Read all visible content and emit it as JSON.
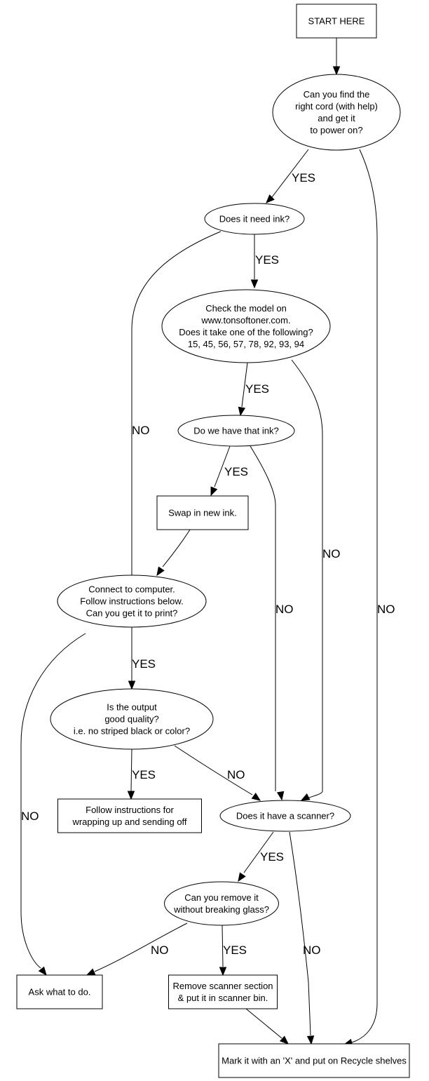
{
  "diagram": {
    "type": "flowchart",
    "nodes": [
      {
        "id": "start",
        "shape": "box",
        "lines": [
          "START HERE"
        ]
      },
      {
        "id": "power",
        "shape": "ellipse",
        "lines": [
          "Can you find the",
          "right cord (with help)",
          "and get it",
          "to power on?"
        ]
      },
      {
        "id": "need_ink",
        "shape": "ellipse",
        "lines": [
          "Does it need ink?"
        ]
      },
      {
        "id": "check_model",
        "shape": "ellipse",
        "lines": [
          "Check the model on",
          "www.tonsoftoner.com.",
          "Does it take one of the following?",
          "15, 45, 56, 57, 78, 92, 93, 94"
        ]
      },
      {
        "id": "have_ink",
        "shape": "ellipse",
        "lines": [
          "Do we have that ink?"
        ]
      },
      {
        "id": "swap_ink",
        "shape": "box",
        "lines": [
          "Swap in new ink."
        ]
      },
      {
        "id": "connect",
        "shape": "ellipse",
        "lines": [
          "Connect to computer.",
          "Follow instructions below.",
          "Can you get it to print?"
        ]
      },
      {
        "id": "quality",
        "shape": "ellipse",
        "lines": [
          "Is the output",
          "good quality?",
          "i.e. no striped black or color?"
        ]
      },
      {
        "id": "wrap_up",
        "shape": "box",
        "lines": [
          "Follow instructions for",
          "wrapping up and sending off"
        ]
      },
      {
        "id": "scanner",
        "shape": "ellipse",
        "lines": [
          "Does it have a scanner?"
        ]
      },
      {
        "id": "remove_glass",
        "shape": "ellipse",
        "lines": [
          "Can you remove it",
          "without breaking glass?"
        ]
      },
      {
        "id": "ask",
        "shape": "box",
        "lines": [
          "Ask what to do."
        ]
      },
      {
        "id": "remove_scanner",
        "shape": "box",
        "lines": [
          "Remove scanner section",
          "& put it in scanner bin."
        ]
      },
      {
        "id": "recycle",
        "shape": "box",
        "lines": [
          "Mark it with an 'X' and put on Recycle shelves"
        ]
      }
    ],
    "edges": [
      {
        "id": "e1",
        "from": "start",
        "to": "power",
        "label": ""
      },
      {
        "id": "e2",
        "from": "power",
        "to": "need_ink",
        "label": "YES"
      },
      {
        "id": "e3",
        "from": "power",
        "to": "recycle",
        "label": "NO"
      },
      {
        "id": "e4",
        "from": "need_ink",
        "to": "check_model",
        "label": "YES"
      },
      {
        "id": "e5",
        "from": "need_ink",
        "to": "connect",
        "label": "NO"
      },
      {
        "id": "e6",
        "from": "check_model",
        "to": "have_ink",
        "label": "YES"
      },
      {
        "id": "e7",
        "from": "check_model",
        "to": "scanner",
        "label": "NO"
      },
      {
        "id": "e8",
        "from": "have_ink",
        "to": "swap_ink",
        "label": "YES"
      },
      {
        "id": "e9",
        "from": "have_ink",
        "to": "scanner",
        "label": "NO"
      },
      {
        "id": "e10",
        "from": "swap_ink",
        "to": "connect",
        "label": ""
      },
      {
        "id": "e11",
        "from": "connect",
        "to": "quality",
        "label": "YES"
      },
      {
        "id": "e12",
        "from": "connect",
        "to": "ask",
        "label": "NO"
      },
      {
        "id": "e13",
        "from": "quality",
        "to": "wrap_up",
        "label": "YES"
      },
      {
        "id": "e14",
        "from": "quality",
        "to": "scanner",
        "label": "NO"
      },
      {
        "id": "e15",
        "from": "scanner",
        "to": "remove_glass",
        "label": "YES"
      },
      {
        "id": "e16",
        "from": "scanner",
        "to": "recycle",
        "label": "NO"
      },
      {
        "id": "e17",
        "from": "remove_glass",
        "to": "ask",
        "label": "NO"
      },
      {
        "id": "e18",
        "from": "remove_glass",
        "to": "remove_scanner",
        "label": "YES"
      },
      {
        "id": "e19",
        "from": "remove_scanner",
        "to": "recycle",
        "label": ""
      }
    ]
  }
}
